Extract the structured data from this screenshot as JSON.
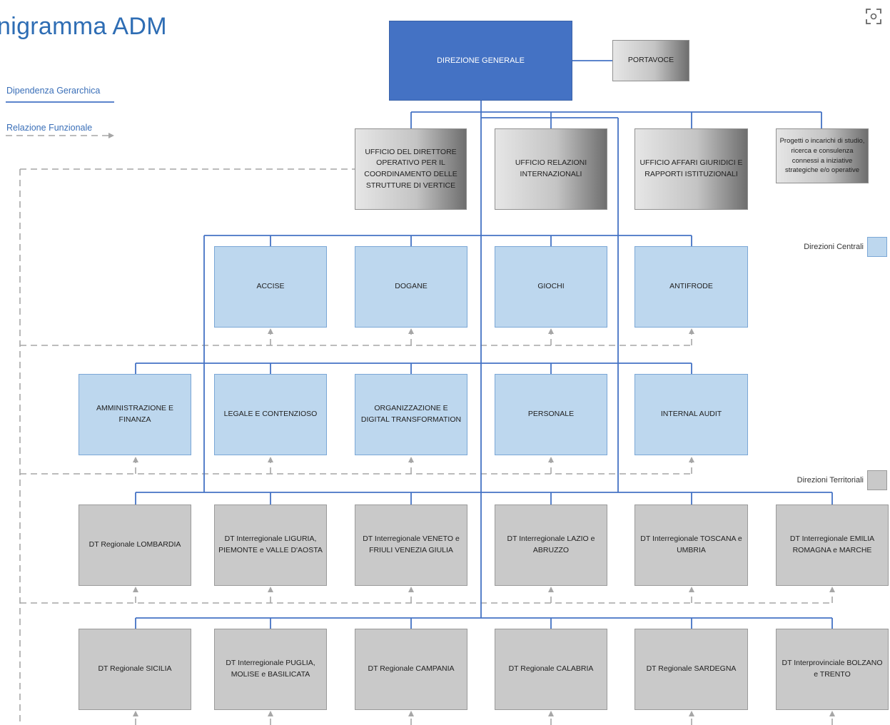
{
  "title": "nigramma ADM",
  "legend": {
    "hierarchical": "Dipendenza Gerarchica",
    "functional": "Relazione Funzionale"
  },
  "side_labels": {
    "central": "Direzioni Centrali",
    "territorial": "Direzioni Territoriali"
  },
  "colors": {
    "dg": "#4472c4",
    "line_blue": "#4472c4",
    "central": "#bdd7ee",
    "territorial": "#c9c9c9",
    "dashed": "#a6a6a6"
  },
  "nodes": {
    "direzione_generale": "DIREZIONE GENERALE",
    "portavoce": "PORTAVOCE",
    "staff": [
      "UFFICIO DEL DIRETTORE OPERATIVO PER IL COORDINAMENTO DELLE STRUTTURE DI VERTICE",
      "UFFICIO RELAZIONI INTERNAZIONALI",
      "UFFICIO AFFARI GIURIDICI E RAPPORTI ISTITUZIONALI",
      "Progetti o incarichi di studio, ricerca e consulenza connessi a iniziative strategiche e/o operative"
    ],
    "central_row1": [
      "ACCISE",
      "DOGANE",
      "GIOCHI",
      "ANTIFRODE"
    ],
    "central_row2": [
      "AMMINISTRAZIONE E FINANZA",
      "LEGALE E CONTENZIOSO",
      "ORGANIZZAZIONE E DIGITAL TRANSFORMATION",
      "PERSONALE",
      "INTERNAL AUDIT"
    ],
    "territorial_row1": [
      "DT Regionale LOMBARDIA",
      "DT Interregionale LIGURIA, PIEMONTE e VALLE D'AOSTA",
      "DT Interregionale VENETO e FRIULI VENEZIA GIULIA",
      "DT Interregionale LAZIO e ABRUZZO",
      "DT Interregionale TOSCANA e UMBRIA",
      "DT Interregionale EMILIA ROMAGNA e MARCHE"
    ],
    "territorial_row2": [
      "DT Regionale SICILIA",
      "DT Interregionale PUGLIA, MOLISE e BASILICATA",
      "DT Regionale CAMPANIA",
      "DT Regionale CALABRIA",
      "DT Regionale SARDEGNA",
      "DT Interprovinciale BOLZANO e TRENTO"
    ]
  }
}
